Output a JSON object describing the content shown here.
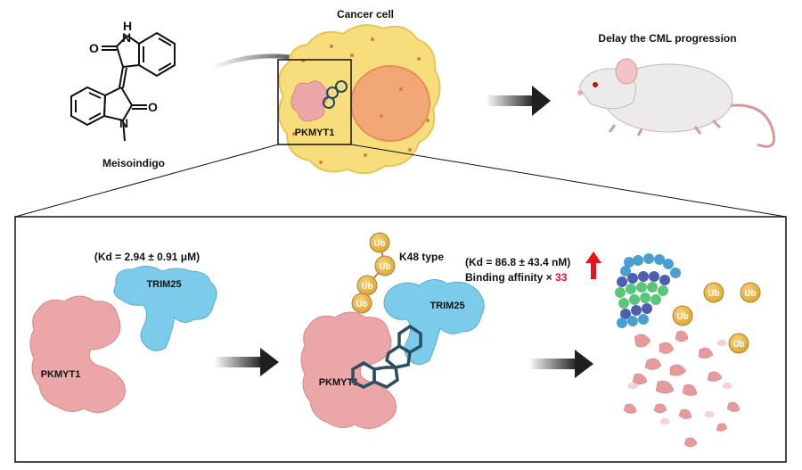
{
  "top": {
    "molecule_name": "Meisoindigo",
    "cancer_cell_label": "Cancer cell",
    "inset_protein_label": "PKMYT1",
    "outcome_label": "Delay the CML progression"
  },
  "bottom": {
    "kd1": "(Kd = 2.94 ± 0.91 μM)",
    "trim25_label_1": "TRIM25",
    "pkmyt1_label_1": "PKMYT1",
    "k48_label": "K48 type",
    "trim25_label_2": "TRIM25",
    "pkmyt1_label_2": "PKMYT1",
    "kd2": "(Kd = 86.8 ± 43.4 nM)",
    "affinity_prefix": "Binding affinity ×",
    "affinity_value": "33",
    "ub_label": "Ub"
  },
  "colors": {
    "pkmyt1": "#eba6a8",
    "trim25": "#7ccbea",
    "ubiquitin": "#e8b84e",
    "cell": "#f7dd7c",
    "nucleus": "#f2a777",
    "highlight_red": "#e8141c",
    "arrow_dark": "#222222"
  }
}
